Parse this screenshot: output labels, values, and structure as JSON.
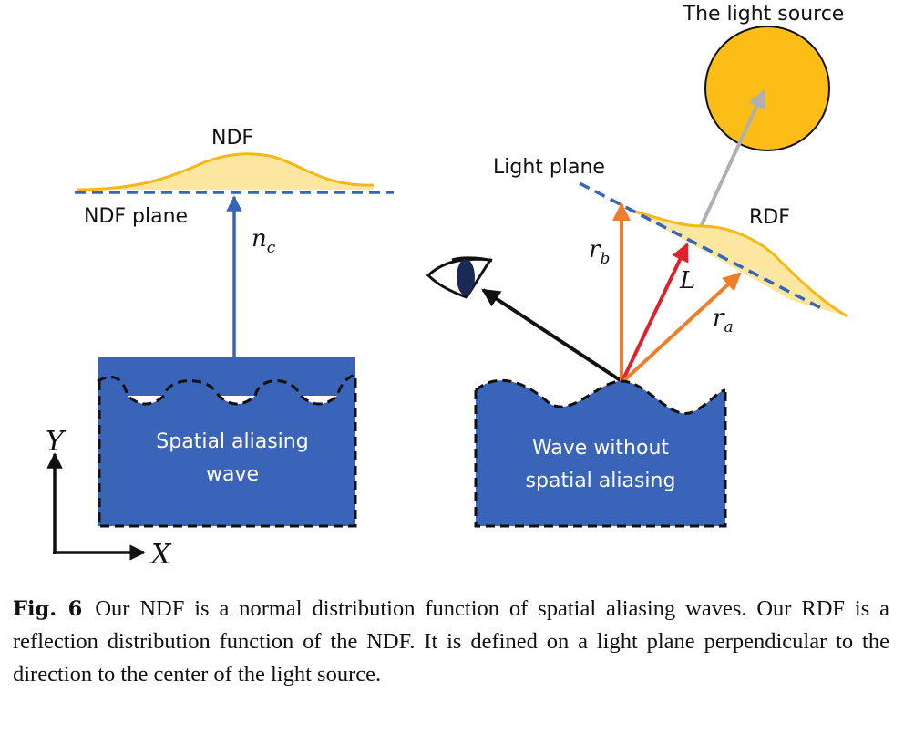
{
  "labels": {
    "light_source": "The light source",
    "ndf": "NDF",
    "ndf_plane": "NDF plane",
    "light_plane": "Light plane",
    "rdf": "RDF",
    "nc_main": "n",
    "nc_sub": "c",
    "rb_main": "r",
    "rb_sub": "b",
    "ra_main": "r",
    "ra_sub": "a",
    "L": "L",
    "left_wave_line1": "Spatial aliasing",
    "left_wave_line2": "wave",
    "right_wave_line1": "Wave without",
    "right_wave_line2": "spatial aliasing",
    "axis_x": "X",
    "axis_y": "Y"
  },
  "caption": {
    "label": "Fig. 6",
    "text": "Our NDF is a normal distribution function of spatial aliasing waves. Our RDF is a reflection distribution function of the NDF. It is defined on a light plane perpendicular to the direction to the center of the light source."
  },
  "colors": {
    "wave_blue": "#3a64b8",
    "dash_blue": "#3566b8",
    "ndf_fill": "#fde7a0",
    "ndf_stroke": "#f3b81a",
    "sun_fill": "#fcbd16",
    "arrow_orange": "#ee7e2b",
    "arrow_red": "#e0202a",
    "arrow_gray": "#b0b0b0"
  }
}
